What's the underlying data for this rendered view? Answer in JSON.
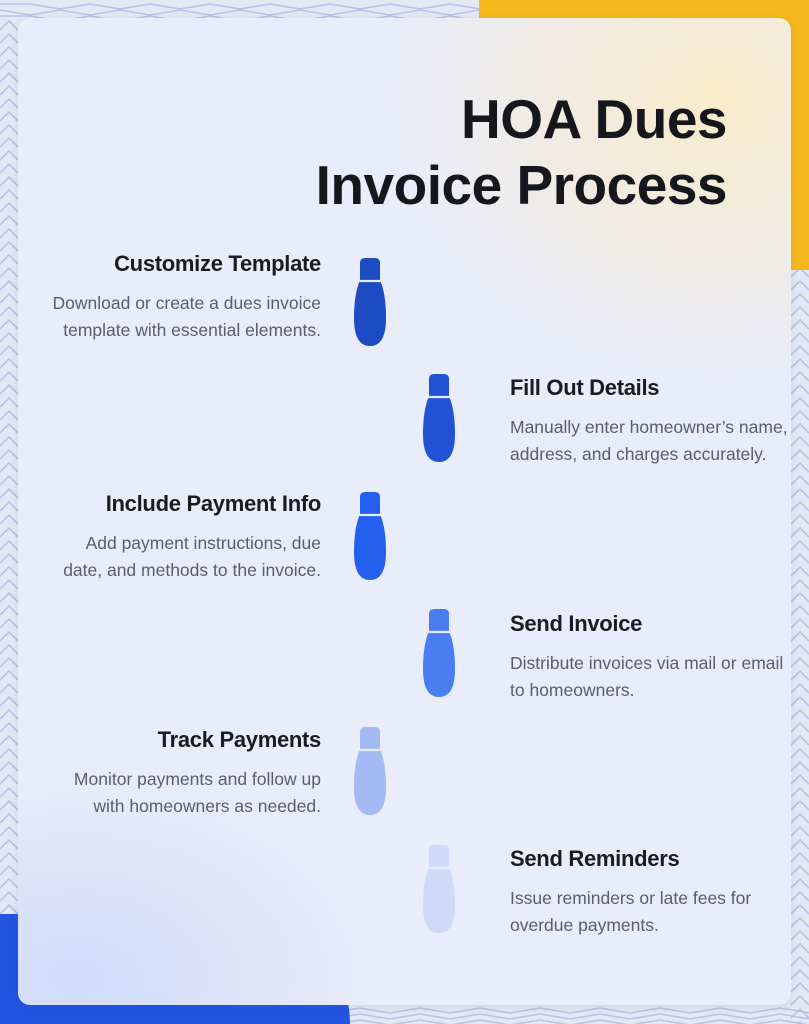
{
  "title": {
    "line1": "HOA Dues",
    "line2": "Invoice Process"
  },
  "steps": [
    {
      "heading": "Customize Template",
      "description": "Download or create a dues invoice template with essential elements.",
      "color": "#1d4bc2"
    },
    {
      "heading": "Fill Out Details",
      "description": "Manually enter homeowner’s name, address, and charges accurately.",
      "color": "#2152d4"
    },
    {
      "heading": "Include Payment Info",
      "description": "Add payment instructions, due date, and methods to the invoice.",
      "color": "#2360ee"
    },
    {
      "heading": "Send Invoice",
      "description": "Distribute invoices via mail or email to homeowners.",
      "color": "#4a7ef0"
    },
    {
      "heading": "Track Payments",
      "description": "Monitor payments and follow up with homeowners as needed.",
      "color": "#a3baf2"
    },
    {
      "heading": "Send Reminders",
      "description": "Issue reminders or late fees for overdue payments.",
      "color": "#cfdaf7"
    }
  ],
  "colors": {
    "accent_yellow": "#f4b81d",
    "accent_blue": "#2255e0",
    "card_background": "#e9ecfa",
    "heading_text": "#15171c",
    "body_text": "#5b5e68"
  },
  "icons": {
    "footprint": "shoe-print-icon"
  }
}
